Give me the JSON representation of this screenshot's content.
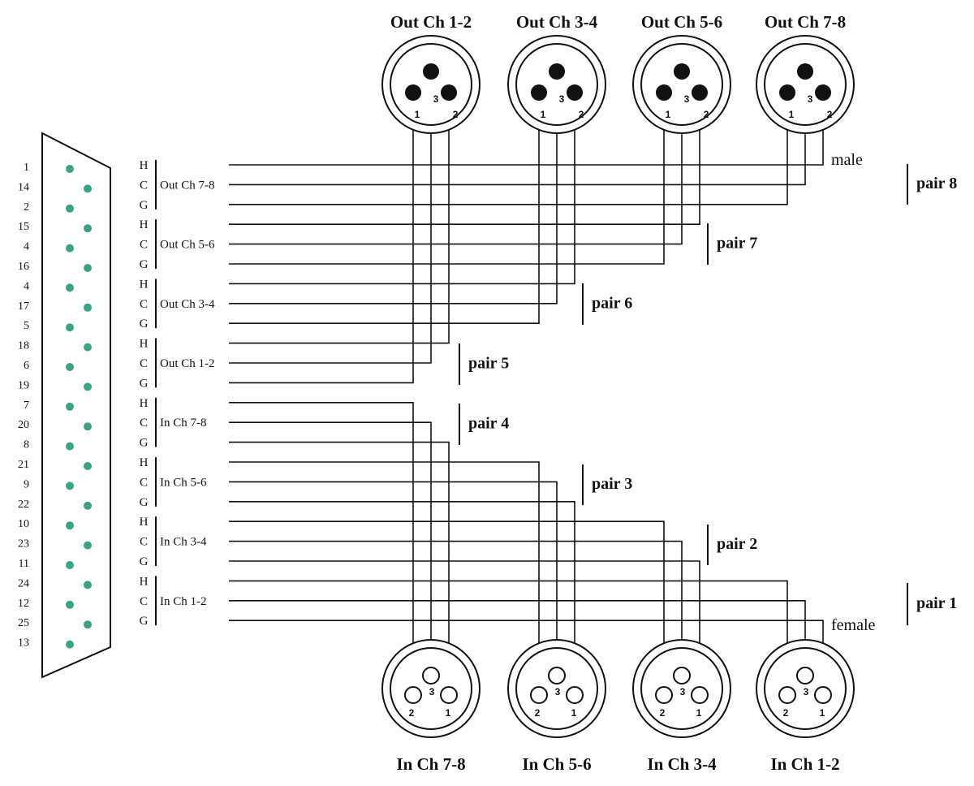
{
  "db25": {
    "pins": [
      "1",
      "14",
      "2",
      "15",
      "4",
      "16",
      "4",
      "17",
      "5",
      "18",
      "6",
      "19",
      "7",
      "20",
      "8",
      "21",
      "9",
      "22",
      "10",
      "23",
      "11",
      "24",
      "12",
      "25",
      "13"
    ],
    "pin_color": "#3aa386"
  },
  "wire_letters": [
    "H",
    "C",
    "G"
  ],
  "groups": [
    {
      "label": "Out Ch 7-8"
    },
    {
      "label": "Out Ch 5-6"
    },
    {
      "label": "Out Ch 3-4"
    },
    {
      "label": "Out Ch 1-2"
    },
    {
      "label": "In Ch 7-8"
    },
    {
      "label": "In Ch 5-6"
    },
    {
      "label": "In Ch 3-4"
    },
    {
      "label": "In Ch 1-2"
    }
  ],
  "male_connectors": [
    {
      "title": "Out Ch 1-2"
    },
    {
      "title": "Out Ch 3-4"
    },
    {
      "title": "Out Ch 5-6"
    },
    {
      "title": "Out Ch 7-8"
    }
  ],
  "female_connectors": [
    {
      "title": "In Ch 7-8"
    },
    {
      "title": "In Ch 5-6"
    },
    {
      "title": "In Ch 3-4"
    },
    {
      "title": "In Ch 1-2"
    }
  ],
  "xlr_pin_numbers": [
    "1",
    "2",
    "3"
  ],
  "pairs": [
    "pair 8",
    "pair 7",
    "pair 6",
    "pair 5",
    "pair 4",
    "pair 3",
    "pair 2",
    "pair 1"
  ],
  "gender_labels": {
    "male": "male",
    "female": "female"
  }
}
